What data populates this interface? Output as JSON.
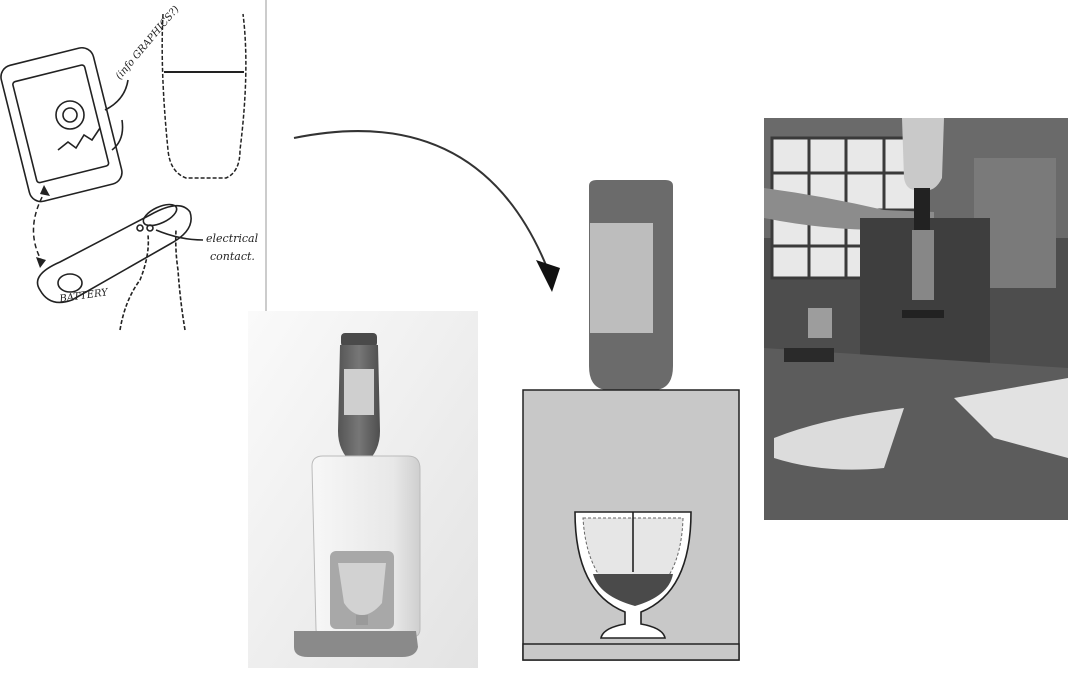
{
  "sketch": {
    "annotations": {
      "graphics": "(info GRAPHICS?)",
      "contact_line1": "electrical",
      "contact_line2": "contact.",
      "battery": "BATTERY"
    }
  },
  "colors": {
    "bottle": "#6b6b6b",
    "label": "#bdbdbd",
    "base": "#c8c8c8",
    "liquid": "#4a4a4a",
    "outline": "#222222"
  }
}
